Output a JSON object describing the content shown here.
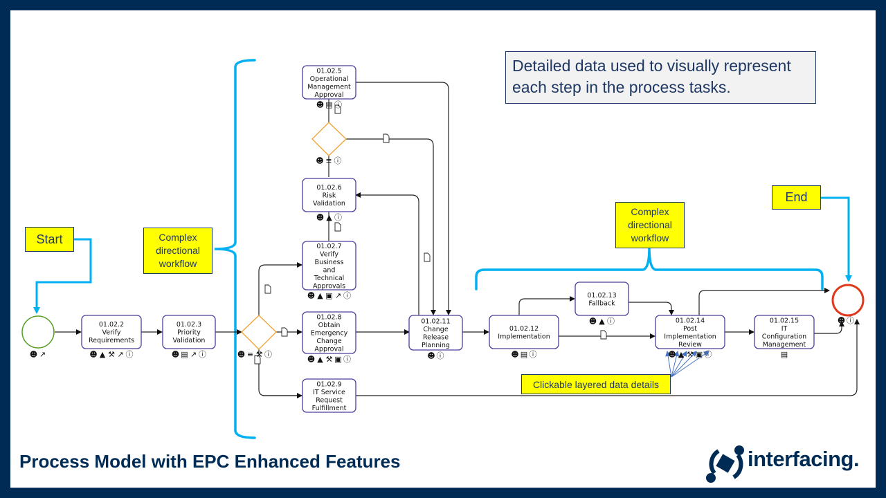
{
  "title": "Process Model with EPC Enhanced Features",
  "info_box": "Detailed data used to visually represent each step in the process tasks.",
  "callouts": {
    "start": "Start",
    "end": "End",
    "workflow_left": "Complex directional workflow",
    "workflow_right": "Complex directional workflow",
    "clickable": "Clickable layered data details"
  },
  "logo": {
    "text": "interfacing."
  },
  "colors": {
    "frame": "#002b55",
    "brace": "#00b0f0",
    "callout_bg": "#ffff00",
    "task_border": "#4b3f9e",
    "gateway": "#f0a030",
    "start_event": "#5aa02c",
    "end_event": "#e03a1e",
    "annotation_arrow": "#4472c4"
  },
  "events": {
    "start": {
      "icons": [
        "user",
        "chart"
      ]
    },
    "end": {
      "icons": [
        "user",
        "info"
      ]
    }
  },
  "tasks": [
    {
      "id": "01.02.2",
      "lines": [
        "01.02.2",
        "Verify",
        "Requirements"
      ],
      "icons": [
        "user",
        "warning",
        "gavel",
        "chart",
        "info"
      ]
    },
    {
      "id": "01.02.3",
      "lines": [
        "01.02.3",
        "Priority",
        "Validation"
      ],
      "icons": [
        "user",
        "document",
        "chart",
        "info"
      ]
    },
    {
      "id": "01.02.5",
      "lines": [
        "01.02.5",
        "Operational",
        "Management",
        "Approval"
      ],
      "icons": [
        "user",
        "document",
        "info"
      ]
    },
    {
      "id": "01.02.6",
      "lines": [
        "01.02.6",
        "Risk",
        "Validation"
      ],
      "icons": [
        "user",
        "warning",
        "info"
      ]
    },
    {
      "id": "01.02.7",
      "lines": [
        "01.02.7",
        "Verify",
        "Business",
        "and",
        "Technical",
        "Approvals"
      ],
      "icons": [
        "user",
        "warning",
        "lock",
        "chart",
        "info"
      ]
    },
    {
      "id": "01.02.8",
      "lines": [
        "01.02.8",
        "Obtain",
        "Emergency",
        "Change",
        "Approval"
      ],
      "icons": [
        "user",
        "warning",
        "gavel",
        "lock",
        "info"
      ]
    },
    {
      "id": "01.02.9",
      "lines": [
        "01.02.9",
        "IT Service",
        "Request",
        "Fulfillment"
      ],
      "icons": []
    },
    {
      "id": "01.02.11",
      "lines": [
        "01.02.11",
        "Change",
        "Release",
        "Planning"
      ],
      "icons": [
        "user",
        "info"
      ]
    },
    {
      "id": "01.02.12",
      "lines": [
        "01.02.12",
        "Implementation"
      ],
      "icons": [
        "user",
        "document",
        "info"
      ]
    },
    {
      "id": "01.02.13",
      "lines": [
        "01.02.13",
        "Fallback"
      ],
      "icons": [
        "user",
        "warning",
        "info"
      ]
    },
    {
      "id": "01.02.14",
      "lines": [
        "01.02.14",
        "Post",
        "Implementation",
        "Review"
      ],
      "icons": [
        "user",
        "warning",
        "gavel",
        "lock",
        "info"
      ]
    },
    {
      "id": "01.02.15",
      "lines": [
        "01.02.15",
        "IT",
        "Configuration",
        "Management"
      ],
      "icons": [
        "document"
      ]
    }
  ],
  "gateways": [
    {
      "name": "main-gateway",
      "icons": [
        "user",
        "database",
        "gavel",
        "info"
      ]
    },
    {
      "name": "upper-gateway",
      "icons": [
        "user",
        "database",
        "info"
      ]
    }
  ],
  "icon_glyphs": {
    "user": "☻",
    "warning": "▲",
    "gavel": "⚒",
    "chart": "↗",
    "info": "ⓘ",
    "document": "▤",
    "lock": "▣",
    "database": "≡",
    "file": "▯"
  }
}
